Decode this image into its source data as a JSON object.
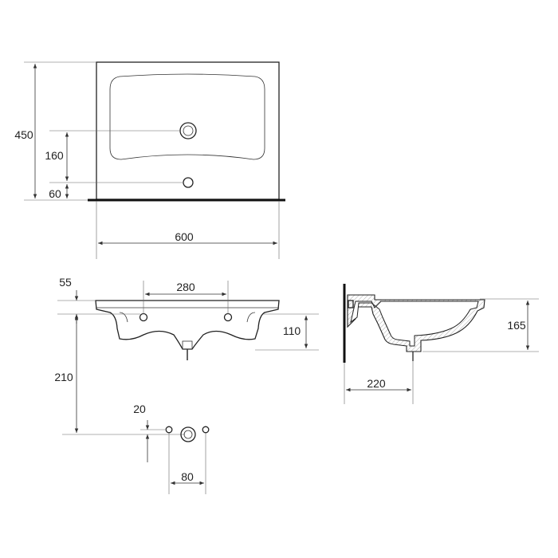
{
  "dimensions": {
    "overall_depth": "450",
    "tap_hole_position": "160",
    "drain_position": "60",
    "overall_width": "600",
    "front_height": "55",
    "mounting_hole_spacing": "280",
    "bracket_height": "110",
    "drain_height": "210",
    "basin_depth": "165",
    "drain_offset": "220",
    "hole_offset": "20",
    "hole_spacing": "80"
  }
}
